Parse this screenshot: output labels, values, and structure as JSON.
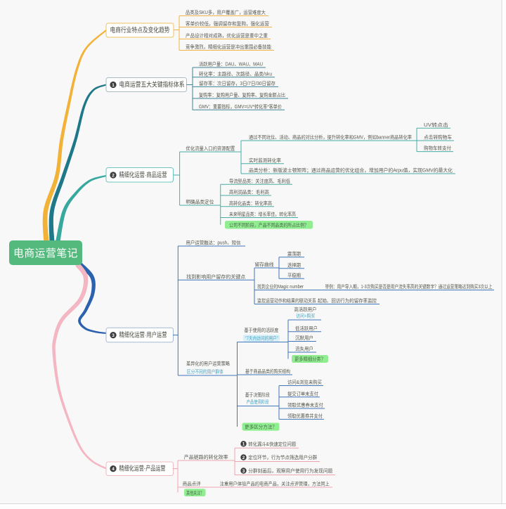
{
  "root": {
    "label": "电商运营笔记"
  },
  "colors": {
    "background": "#f8f8f8",
    "root_green": "#53b97c",
    "branch1_yellow": "#f0b132",
    "branch2_teal_dark": "#2e7f92",
    "branch3_teal": "#3aaca3",
    "branch4_blue": "#4076bb",
    "branch5_pink": "#efa3af",
    "highlight_green": "#90ee90",
    "highlight_blue": "#d8eff8",
    "accent_text": "#45a5c5",
    "text_gray": "#555555"
  },
  "b1": {
    "label": "电商行业特点及变化趋势",
    "rows": [
      "品类及SKU多，用户覆盖广，运营难度大",
      "客单价较低，强调留存和复购，强化运营",
      "产品设计相对成熟，优化运营是重中之重",
      "竞争激烈，精细化运营是冲出重围必备技能"
    ]
  },
  "b2": {
    "num": "1",
    "label": "电商运营五大关键指标体系",
    "rows": [
      "活跃用户量：DAU、WAU、MAU",
      "转化率：主路径、次路径、品类/sku",
      "留存率：次日留存，3日/7日/30日留存",
      "复购率：复购用户量、复购率、复购金额占比",
      "GMV：重要指标，GMV=UV*转化率*客单价"
    ]
  },
  "b3": {
    "num": "2",
    "label": "精细化运营·商品运营",
    "traffic": {
      "label": "优化流量入口的资源配置",
      "compare": {
        "label": "通过不同坑位、活动、商品的对比分析，提升转化率和GMV，例如banner商品转化率",
        "funnel": [
          "UV转点击",
          "点击转购物车",
          "购物车转支付"
        ]
      },
      "monitor": "实时监测转化率",
      "category": "品类分析：新版波士顿矩阵；通过商品运营的优化组合，增加用户的Arpu值，实现GMV的最大化"
    },
    "positioning": {
      "label": "明确品类定位",
      "rows": [
        "导流型品类：关注度高、毛利低",
        "高利润品类：毛利高",
        "高转化品类：转化率高",
        "未来明星品类：增长率佳，转化率高"
      ],
      "question": "公司不同阶段，产品不同品类的所占比例？"
    }
  },
  "b4": {
    "num": "3",
    "label": "精细化运营·用户运营",
    "reach": "用户运营触达：push、短信",
    "retention": {
      "label": "找到影响用户留存的关键点",
      "curve": {
        "label": "留存曲线",
        "phases": [
          "震荡期",
          "选择期",
          "平稳期"
        ]
      },
      "magic": {
        "label": "找到企业的Magic number",
        "note": "举例：用户导入期，1-3次购买是否是用户流失率高的关键数字？通过运营策略达到购买3次以上"
      },
      "monitor": {
        "label": "监控运营动作和结果的联动关系",
        "note": "起始、回访行为的留存率监控"
      }
    },
    "segment": {
      "label": "差异化的用户运营策略",
      "sublabel": "区分不同的用户群体",
      "activity": {
        "label": "基于使用的活跃度",
        "sublabel": "“7天内访问的用户”",
        "rows": [
          {
            "label": "高活跃用户",
            "sublabel": "访问+购买"
          },
          {
            "label": "低活跃用户"
          },
          {
            "label": "沉默用户"
          },
          {
            "label": "流失用户"
          }
        ],
        "question": "更多精细分类？"
      },
      "category": "基于商品品类的购买结构",
      "decision": {
        "label": "基于决策阶段",
        "sublabel": "产品使用阶段",
        "rows": [
          "访问&浏览未购买",
          "提交订单未支付",
          "领取优惠券未支付",
          "领取优惠券并支付"
        ]
      },
      "question": "更多区分方法？"
    }
  },
  "b5": {
    "num": "4",
    "label": "精细化运营-产品运营",
    "funnel": {
      "label": "产品链路的转化效率",
      "rows": [
        {
          "num": "1",
          "label": "转化漏斗&快速定位问题"
        },
        {
          "num": "2",
          "label": "定位环节，行为节点筛选用户分群"
        },
        {
          "num": "3",
          "label": "分群刻画后，观察用户使用行为发现问题"
        }
      ]
    },
    "review": {
      "label": "商品点评",
      "note": "注重用户体验产品的电商产品，关注点评管理，方法同上"
    },
    "question": "其他关注？"
  }
}
